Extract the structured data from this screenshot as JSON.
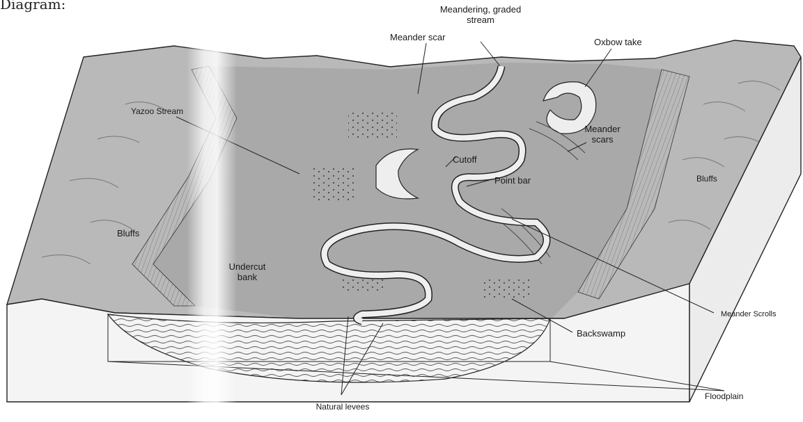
{
  "heading": "Diagram:",
  "labels": {
    "meandering_stream": "Meandering, graded\nstream",
    "meander_scar": "Meander scar",
    "oxbow_lake": "Oxbow take",
    "yazoo_stream": "Yazoo Stream",
    "meander_scars": "Meander\nscars",
    "cutoff": "Cutoff",
    "point_bar": "Point bar",
    "bluffs_right": "Bluffs",
    "bluffs_left": "Bluffs",
    "undercut_bank": "Undercut\nbank",
    "meander_scrolls": "Meander Scrolls",
    "backswamp": "Backswamp",
    "natural_levees": "Natural levees",
    "floodplain": "Floodplain"
  },
  "colors": {
    "terrain": "#b9b9b9",
    "floodplain": "#a9a9a9",
    "channel": "#ececec",
    "side_face": "#f4f4f4",
    "line": "#222222"
  }
}
